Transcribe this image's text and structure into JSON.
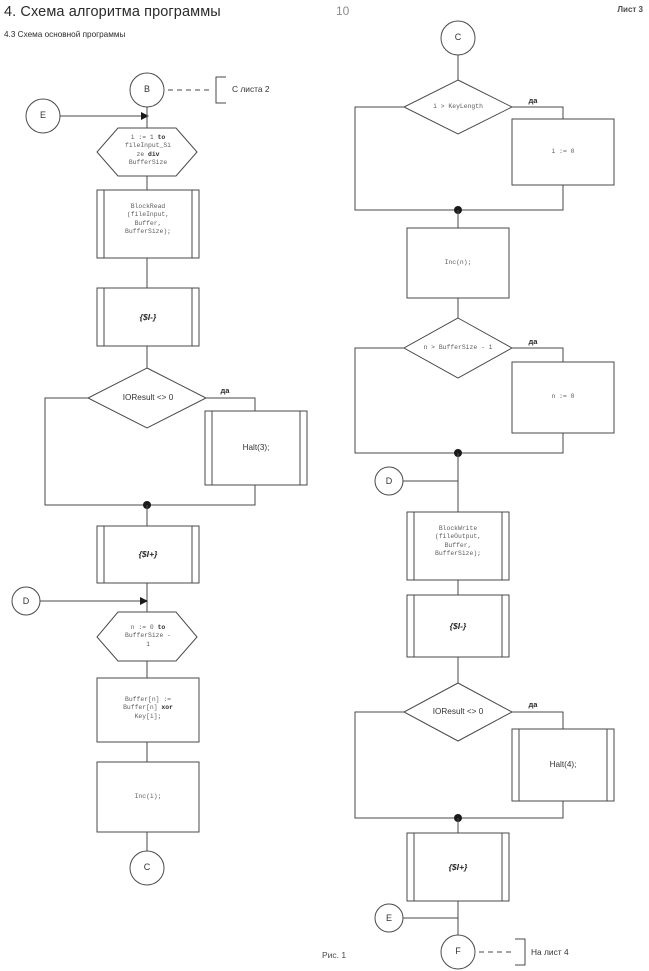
{
  "header": {
    "title": "4. Схема алгоритма программы",
    "subtitle": "4.3 Схема основной программы",
    "page_number": "10",
    "sheet_label": "Лист 3",
    "figure_caption": "Рис. 1"
  },
  "colors": {
    "stroke": "#4a4a4a",
    "text": "#333333",
    "code_text": "#5d5d5d",
    "page_number": "#8c8c8c",
    "background": "#ffffff"
  },
  "left_column": {
    "connector_b": "B",
    "connector_e_top": "E",
    "offpage_from_sheet2": "С листа 2",
    "loop_i": "i := 1 to\nfileInput_Si\nze div\nBufferSize",
    "loop_i_lines": [
      "i := 1 to",
      "fileInput_Si",
      "ze div",
      "BufferSize"
    ],
    "block_read": "BlockRead\n(fileInput,\nBuffer,\nBufferSize);",
    "block_read_lines": [
      "BlockRead",
      "(fileInput,",
      "Buffer,",
      "BufferSize);"
    ],
    "io_off": "{$I-}",
    "decision_ioresult": "IOResult <> 0",
    "decision_yes": "да",
    "halt3": "Halt(3);",
    "io_on": "{$I+}",
    "connector_d": "D",
    "loop_n": "n := 0 to\nBufferSize -\n1",
    "loop_n_lines": [
      "n := 0 to",
      "BufferSize -",
      "1"
    ],
    "xor_block": "Buffer[n] :=\nBuffer[n] xor\nKey[i];",
    "xor_block_lines": [
      "Buffer[n] :=",
      "Buffer[n] xor",
      "Key[i];"
    ],
    "inc_i": "Inc(i);",
    "connector_c_bottom": "C"
  },
  "right_column": {
    "connector_c_top": "C",
    "decision_keylength": "i > KeyLength",
    "decision_keylength_yes": "да",
    "assign_i_zero": "i := 0",
    "inc_n": "Inc(n);",
    "decision_buffersize": "n > BufferSize - 1",
    "decision_buffersize_yes": "да",
    "assign_n_zero": "n := 0",
    "connector_d": "D",
    "block_write": "BlockWrite\n(fileOutput,\nBuffer,\nBufferSize);",
    "block_write_lines": [
      "BlockWrite",
      "(fileOutput,",
      "Buffer,",
      "BufferSize);"
    ],
    "io_off": "{$I-}",
    "decision_ioresult": "IOResult <> 0",
    "decision_ioresult_yes": "да",
    "halt4": "Halt(4);",
    "io_on": "{$I+}",
    "connector_e": "E",
    "connector_f": "F",
    "offpage_to_sheet4": "На лист 4"
  }
}
